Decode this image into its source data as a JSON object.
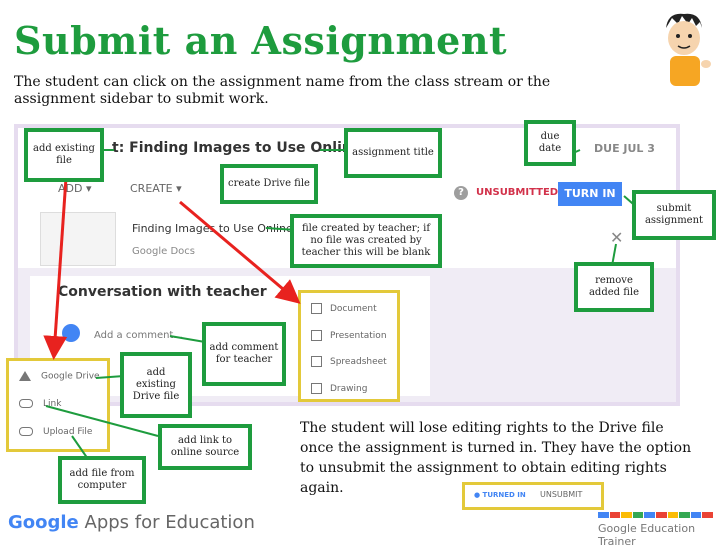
{
  "page": {
    "title": "Submit an Assignment",
    "subtitle": "The student can click on the assignment name from the class stream or the assignment sidebar to submit work.",
    "bottom_note": "The student will lose editing rights to the Drive file once the assignment is turned in. They have the option to unsubmit the assignment to obtain editing rights again."
  },
  "classroom": {
    "assignment_title": "t: Finding Images to Use Online",
    "due": "DUE JUL 3",
    "add_button": "ADD",
    "create_button": "CREATE",
    "help_icon": "?",
    "status": "UNSUBMITTED",
    "turn_in_button": "TURN IN",
    "file_name": "Finding Images to Use Online",
    "file_type": "Google Docs",
    "remove_icon": "✕",
    "conversation_title": "Conversation with teacher",
    "add_comment_placeholder": "Add a comment..."
  },
  "add_menu": {
    "items": [
      "Google Drive",
      "Link",
      "Upload File"
    ]
  },
  "create_menu": {
    "items": [
      "Document",
      "Presentation",
      "Spreadsheet",
      "Drawing"
    ]
  },
  "callouts": {
    "add_existing_file": "add existing file",
    "assignment_title": "assignment title",
    "due_date": "due date",
    "create_drive_file": "create Drive file",
    "submit_assignment": "submit assignment",
    "file_created_by_teacher": "file created by teacher; if no file was created by teacher this will be blank",
    "remove_added_file": "remove added file",
    "add_comment_for_teacher": "add comment for teacher",
    "add_existing_drive_file": "add existing Drive file",
    "add_link": "add link to online source",
    "add_file_from_computer": "add file from computer"
  },
  "status_strip": {
    "turned_in": "TURNED IN",
    "unsubmit": "UNSUBMIT"
  },
  "footer": {
    "logo_google": "Google",
    "logo_suffix": " Apps for Education",
    "trainer": "Google Education Trainer"
  },
  "colors": {
    "title_green": "#1e9c3e",
    "callout_border": "#1e9c3e",
    "menu_border": "#e3c93a",
    "arrow_red": "#e8221f",
    "arrow_green": "#1e9c3e",
    "turn_in_blue": "#4285f4",
    "unsubmitted_red": "#d2314a"
  }
}
